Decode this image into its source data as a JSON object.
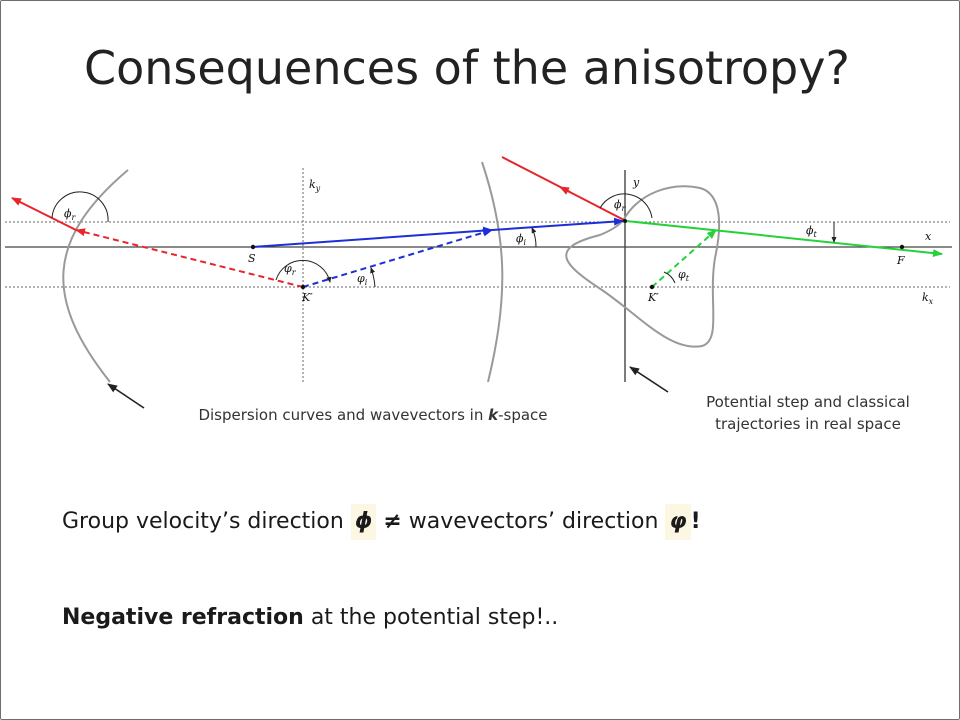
{
  "title": "Consequences of the anisotropy?",
  "captions": {
    "left": {
      "before": "Dispersion curves and wavevectors in ",
      "k": "k",
      "after": "-space"
    },
    "right": {
      "line1": "Potential step and classical",
      "line2": "trajectories in real space"
    }
  },
  "statement": {
    "before": "Group velocity’s direction ",
    "phi": "ϕ",
    "neq": "≠",
    "middle": " wavevectors’ direction ",
    "varphi": "φ",
    "bang": "!"
  },
  "conclusion": {
    "bold": "Negative refraction",
    "rest": " at the potential step!.."
  },
  "labels": {
    "ky": "k",
    "ky_sub": "y",
    "kx": "k",
    "kx_sub": "x",
    "y": "y",
    "x": "x",
    "S": "S",
    "F": "F",
    "Kp_left": "K′",
    "Kp_right": "K′",
    "phi": "ϕ",
    "varphi": "φ",
    "sub_r": "r",
    "sub_i": "i",
    "sub_t": "t"
  },
  "colors": {
    "red": "#e8252b",
    "blue": "#1c2fd8",
    "green": "#27d13a",
    "curve": "#999999",
    "axis": "#444444",
    "highlight": "#fbf7e3"
  }
}
